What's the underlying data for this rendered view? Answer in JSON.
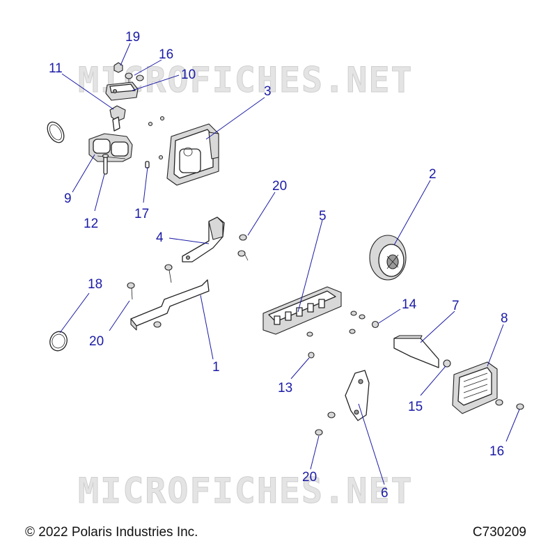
{
  "watermark": "MICROFICHES.NET",
  "copyright": "© 2022 Polaris Industries Inc.",
  "drawing_id": "C730209",
  "callouts": {
    "c19": "19",
    "c16a": "16",
    "c11": "11",
    "c10": "10",
    "c3": "3",
    "c9": "9",
    "c12": "12",
    "c17": "17",
    "c20a": "20",
    "c4": "4",
    "c5": "5",
    "c2": "2",
    "c18": "18",
    "c20b": "20",
    "c1": "1",
    "c14": "14",
    "c7": "7",
    "c8": "8",
    "c13": "13",
    "c15": "15",
    "c16b": "16",
    "c20c": "20",
    "c6": "6"
  },
  "colors": {
    "callout": "#1a1aa6",
    "watermark": "#e4e4e4",
    "line": "#222222"
  }
}
